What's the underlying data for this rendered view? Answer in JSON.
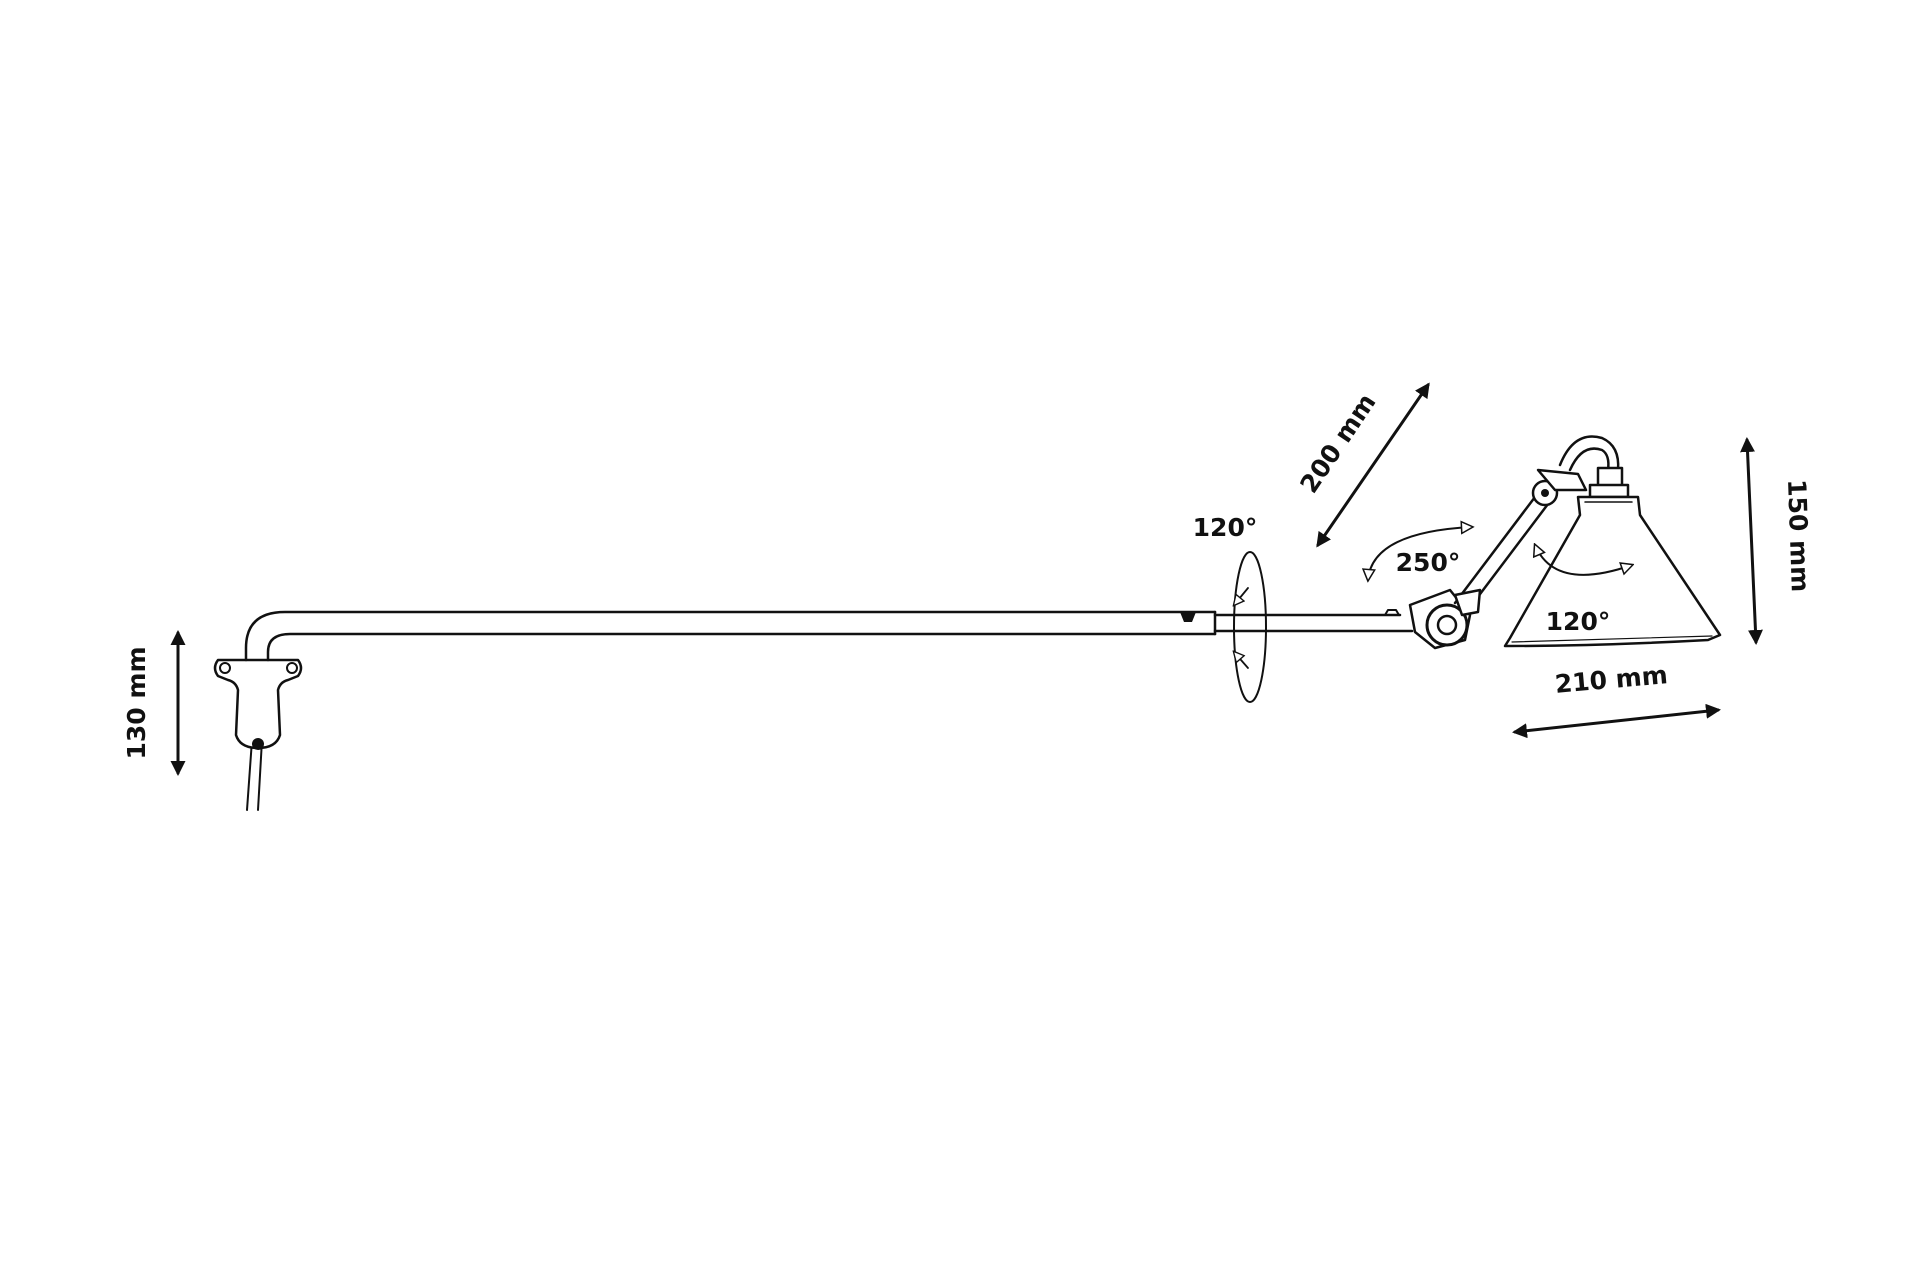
{
  "diagram": {
    "labels": {
      "height_base": "130 mm",
      "rotation_arm": "120°",
      "length_arm": "200 mm",
      "rotation_elbow": "250°",
      "height_shade": "150 mm",
      "rotation_shade": "120°",
      "diameter_shade": "210 mm"
    },
    "colors": {
      "line": "#111111",
      "background": "#ffffff"
    }
  }
}
